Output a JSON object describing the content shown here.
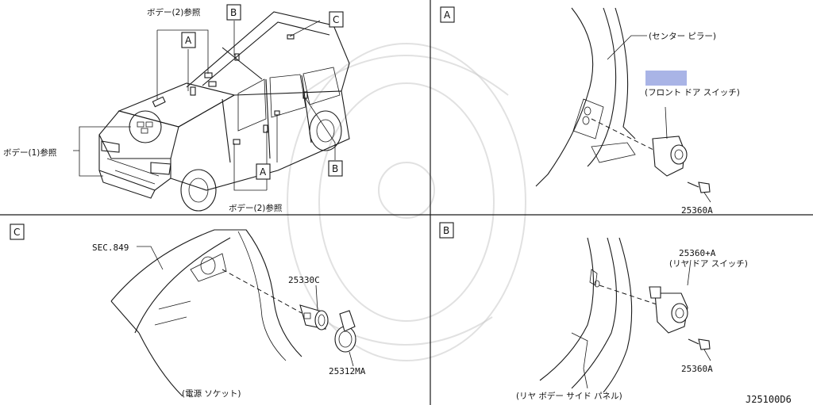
{
  "colors": {
    "highlight": "#a9b4e6",
    "line": "#1a1a1a",
    "background": "#ffffff"
  },
  "panel_main": {
    "labels": {
      "body2_top": "ボデー(2)参照",
      "body1": "ボデー(1)参照",
      "body2_bottom": "ボデー(2)参照"
    },
    "boxes": {
      "a_top": "A",
      "b_top": "B",
      "c_top": "C",
      "a_bottom": "A",
      "b_bottom": "B"
    }
  },
  "panel_a": {
    "tag": "A",
    "center_pillar": "(センター ピラー)",
    "front_door_switch": "(フロント ドア スイッチ)",
    "part_bolt": "25360A"
  },
  "panel_c": {
    "tag": "C",
    "sec_ref": "SEC.849",
    "part_socket": "25330C",
    "part_cap": "25312MA",
    "power_socket": "(電源 ソケット)"
  },
  "panel_b": {
    "tag": "B",
    "part_switch": "25360+A",
    "rear_door_switch": "(リヤ ドア スイッチ)",
    "part_bolt": "25360A",
    "rear_side_panel": "(リヤ ボデー サイド パネル)",
    "diagram_code": "J25100D6"
  }
}
